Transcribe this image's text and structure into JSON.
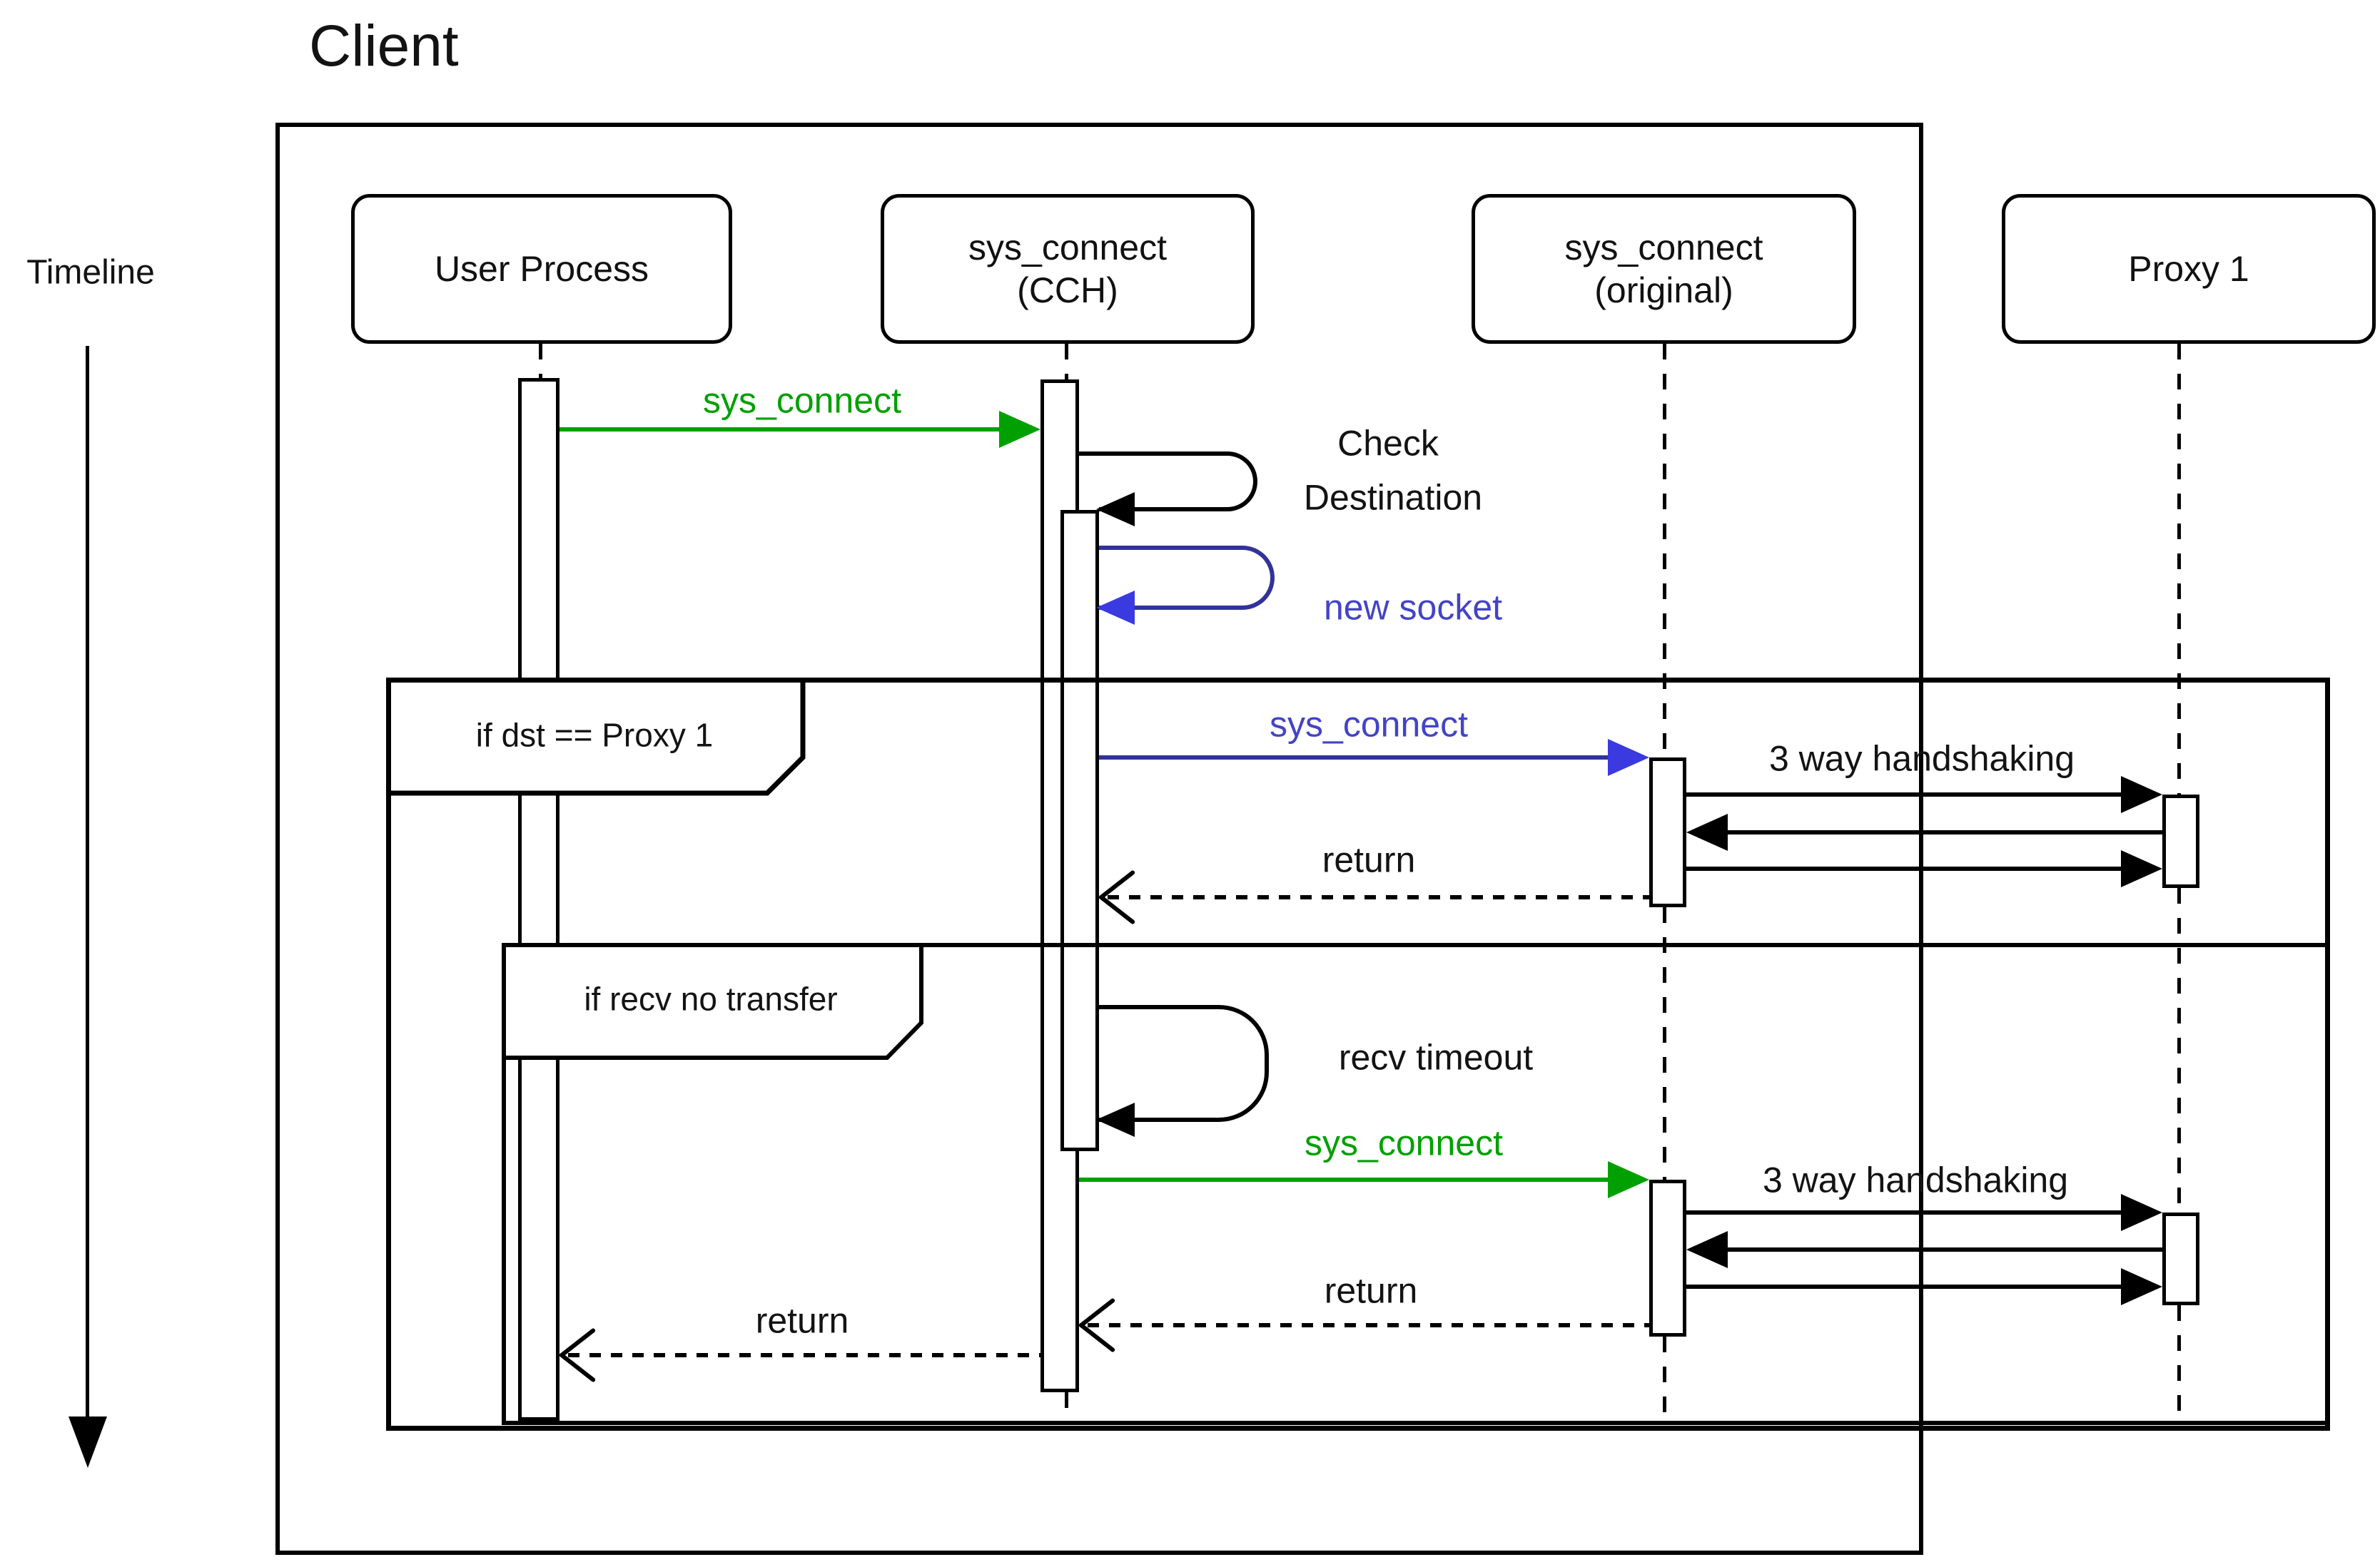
{
  "diagram": {
    "title": "Client",
    "timeline_label": "Timeline",
    "colors": {
      "green": "#00a000",
      "blue_text": "#4343c8",
      "blue_line": "#32329b",
      "blue_arrow": "#3a3ae0",
      "black": "#000000"
    },
    "actors": [
      {
        "line1": "User Process",
        "line2": ""
      },
      {
        "line1": "sys_connect",
        "line2": "(CCH)"
      },
      {
        "line1": "sys_connect",
        "line2": "(original)"
      },
      {
        "line1": "Proxy 1",
        "line2": ""
      }
    ]
  },
  "frames": {
    "frame1_condition": "if dst == Proxy 1",
    "frame2_condition": "if recv no transfer"
  },
  "labels": {
    "msg_sys_connect_1": "sys_connect",
    "msg_check_line1": "Check",
    "msg_check_line2": "Destination",
    "msg_new_socket": "new socket",
    "msg_sys_connect_2": "sys_connect",
    "msg_handshake_1": "3 way handshaking",
    "msg_return_1": "return",
    "msg_recv_timeout": "recv timeout",
    "msg_sys_connect_3": "sys_connect",
    "msg_handshake_2": "3 way handshaking",
    "msg_return_2": "return",
    "msg_return_3": "return"
  }
}
